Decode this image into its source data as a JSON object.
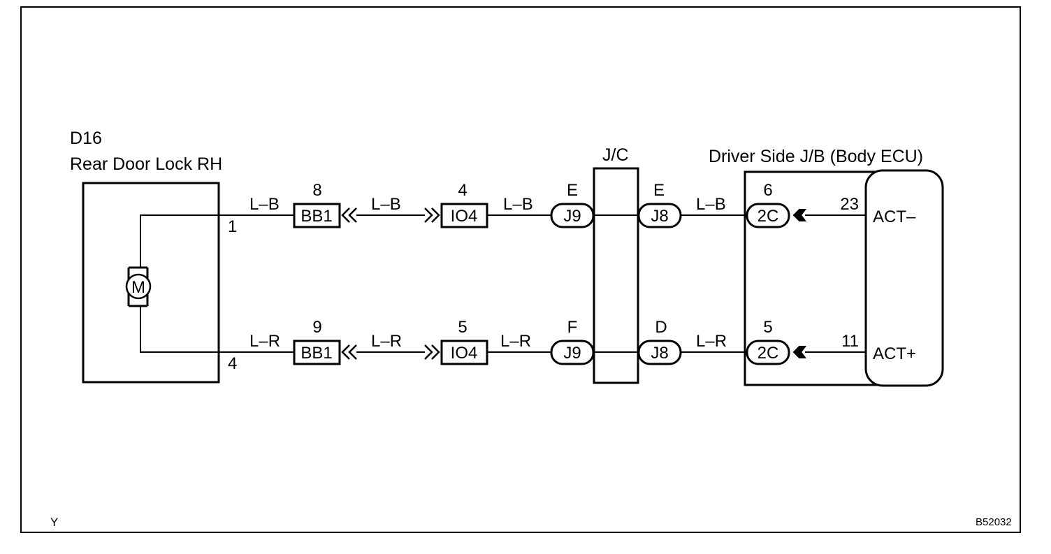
{
  "component": {
    "code": "D16",
    "name": "Rear Door Lock RH",
    "motor_symbol": "M",
    "pins": {
      "upper": "1",
      "lower": "4"
    }
  },
  "junction_connector": {
    "label": "J/C"
  },
  "ecu": {
    "title": "Driver Side J/B (Body ECU)",
    "terminals": [
      {
        "pin": "23",
        "name": "ACT–"
      },
      {
        "pin": "11",
        "name": "ACT+"
      }
    ]
  },
  "circuits": [
    {
      "bb1_pin": "8",
      "bb1": "BB1",
      "wire1": "L–B",
      "wire2": "L–B",
      "io4_pin": "4",
      "io4": "IO4",
      "wire3": "L–B",
      "j9_pin": "E",
      "j9": "J9",
      "j8_pin": "E",
      "j8": "J8",
      "wire4": "L–B",
      "c2_pin": "6",
      "c2": "2C"
    },
    {
      "bb1_pin": "9",
      "bb1": "BB1",
      "wire1": "L–R",
      "wire2": "L–R",
      "io4_pin": "5",
      "io4": "IO4",
      "wire3": "L–R",
      "j9_pin": "F",
      "j9": "J9",
      "j8_pin": "D",
      "j8": "J8",
      "wire4": "L–R",
      "c2_pin": "5",
      "c2": "2C"
    }
  ],
  "footer": {
    "left_mark": "Y",
    "figure_id": "B52032"
  }
}
